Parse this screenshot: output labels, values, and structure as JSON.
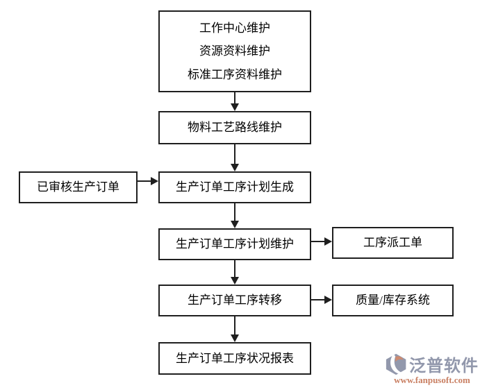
{
  "diagram": {
    "type": "flowchart",
    "nodes": {
      "master_data": {
        "lines": [
          "工作中心维护",
          "资源资料维护",
          "标准工序资料维护"
        ]
      },
      "routing": {
        "label": "物料工艺路线维护"
      },
      "approved_order": {
        "label": "已审核生产订单"
      },
      "plan_generate": {
        "label": "生产订单工序计划生成"
      },
      "plan_maintain": {
        "label": "生产订单工序计划维护"
      },
      "dispatch_order": {
        "label": "工序派工单"
      },
      "process_transfer": {
        "label": "生产订单工序转移"
      },
      "quality_inventory": {
        "label": "质量/库存系统"
      },
      "status_report": {
        "label": "生产订单工序状况报表"
      }
    },
    "edges": [
      {
        "from": "master_data",
        "to": "routing",
        "direction": "down"
      },
      {
        "from": "routing",
        "to": "plan_generate",
        "direction": "down"
      },
      {
        "from": "approved_order",
        "to": "plan_generate",
        "direction": "right"
      },
      {
        "from": "plan_generate",
        "to": "plan_maintain",
        "direction": "down"
      },
      {
        "from": "plan_maintain",
        "to": "dispatch_order",
        "direction": "right"
      },
      {
        "from": "plan_maintain",
        "to": "process_transfer",
        "direction": "down"
      },
      {
        "from": "process_transfer",
        "to": "quality_inventory",
        "direction": "right"
      },
      {
        "from": "process_transfer",
        "to": "status_report",
        "direction": "down"
      }
    ]
  },
  "watermark": {
    "brand": "泛普软件",
    "url": "www.fanpusoft.com"
  },
  "colors": {
    "background": "#ffffff",
    "box_border": "#1f1f1f",
    "box_fill": "#ffffff",
    "text": "#000000",
    "brand_gray_blue": "#9298ac",
    "brand_orange": "#c97f62"
  }
}
